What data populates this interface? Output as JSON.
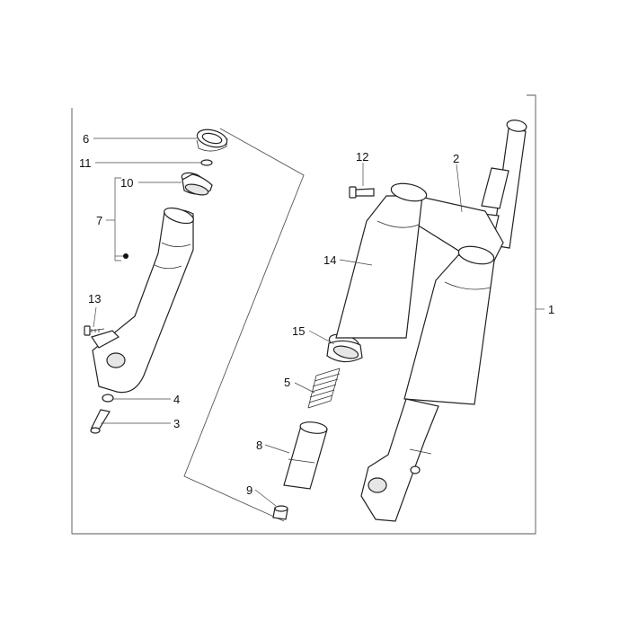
{
  "diagram": {
    "callouts": {
      "c1": "1",
      "c2": "2",
      "c3": "3",
      "c4": "4",
      "c5": "5",
      "c6": "6",
      "c7": "7",
      "c8": "8",
      "c9": "9",
      "c10": "10",
      "c11": "11",
      "c12": "12",
      "c13": "13",
      "c14": "14",
      "c15": "15"
    },
    "colors": {
      "line": "#222222",
      "background": "#ffffff",
      "frame": "#555555"
    }
  }
}
